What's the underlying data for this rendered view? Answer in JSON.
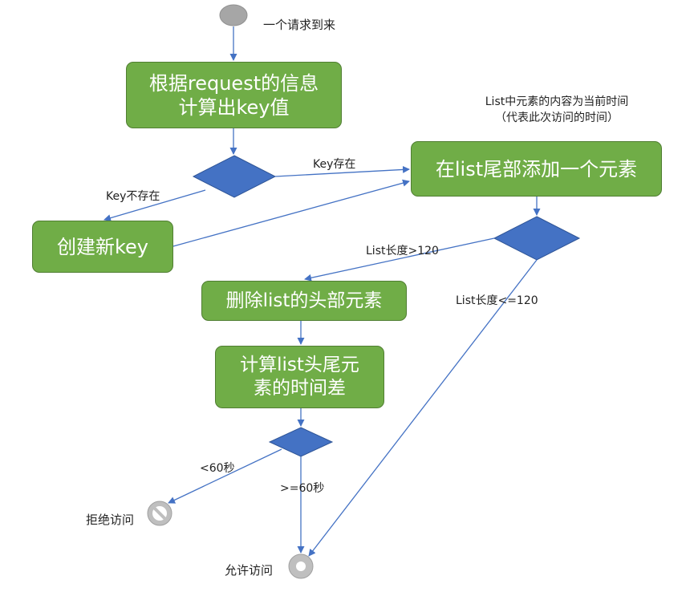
{
  "start_label": "一个请求到来",
  "nodes": {
    "compute_key_line1": "根据request的信息",
    "compute_key_line2": "计算出key值",
    "append": "在list尾部添加一个元素",
    "create_key": "创建新key",
    "delete_head": "删除list的头部元素",
    "time_diff_line1": "计算list头尾元",
    "time_diff_line2": "素的时间差"
  },
  "note": {
    "line1": "List中元素的内容为当前时间",
    "line2": "（代表此次访问的时间）"
  },
  "edge_labels": {
    "key_exists": "Key存在",
    "key_missing": "Key不存在",
    "len_gt": "List长度>120",
    "len_le": "List长度<=120",
    "lt60": "<60秒",
    "ge60": ">=60秒"
  },
  "endpoints": {
    "deny": "拒绝访问",
    "allow": "允许访问"
  },
  "colors": {
    "node_fill": "#70ad47",
    "decision_fill": "#4472c4",
    "arrow": "#4472c4",
    "start_fill": "#a6a6a6"
  }
}
